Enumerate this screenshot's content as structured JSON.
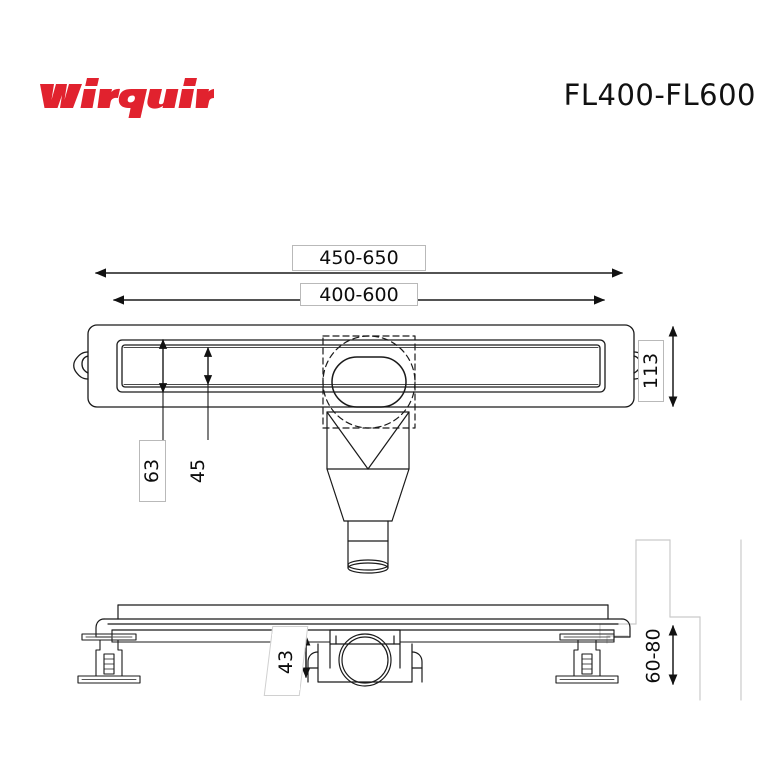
{
  "header": {
    "logo_text": "wirquin",
    "logo_color": "#e1222e",
    "title": "FL400-FL600"
  },
  "drawing": {
    "line_color": "#1a1a1a",
    "faint_color": "#c9c9c9",
    "views": [
      {
        "name": "top-view",
        "label": "Top view of linear shower drain channel"
      },
      {
        "name": "section-view",
        "label": "Side section view with adjustable feet"
      }
    ]
  },
  "dimensions": {
    "overall_length": "450-650",
    "channel_length": "400-600",
    "body_width": "63",
    "inner_width": "45",
    "end_height": "113",
    "trap_height": "43",
    "install_height": "60-80"
  }
}
